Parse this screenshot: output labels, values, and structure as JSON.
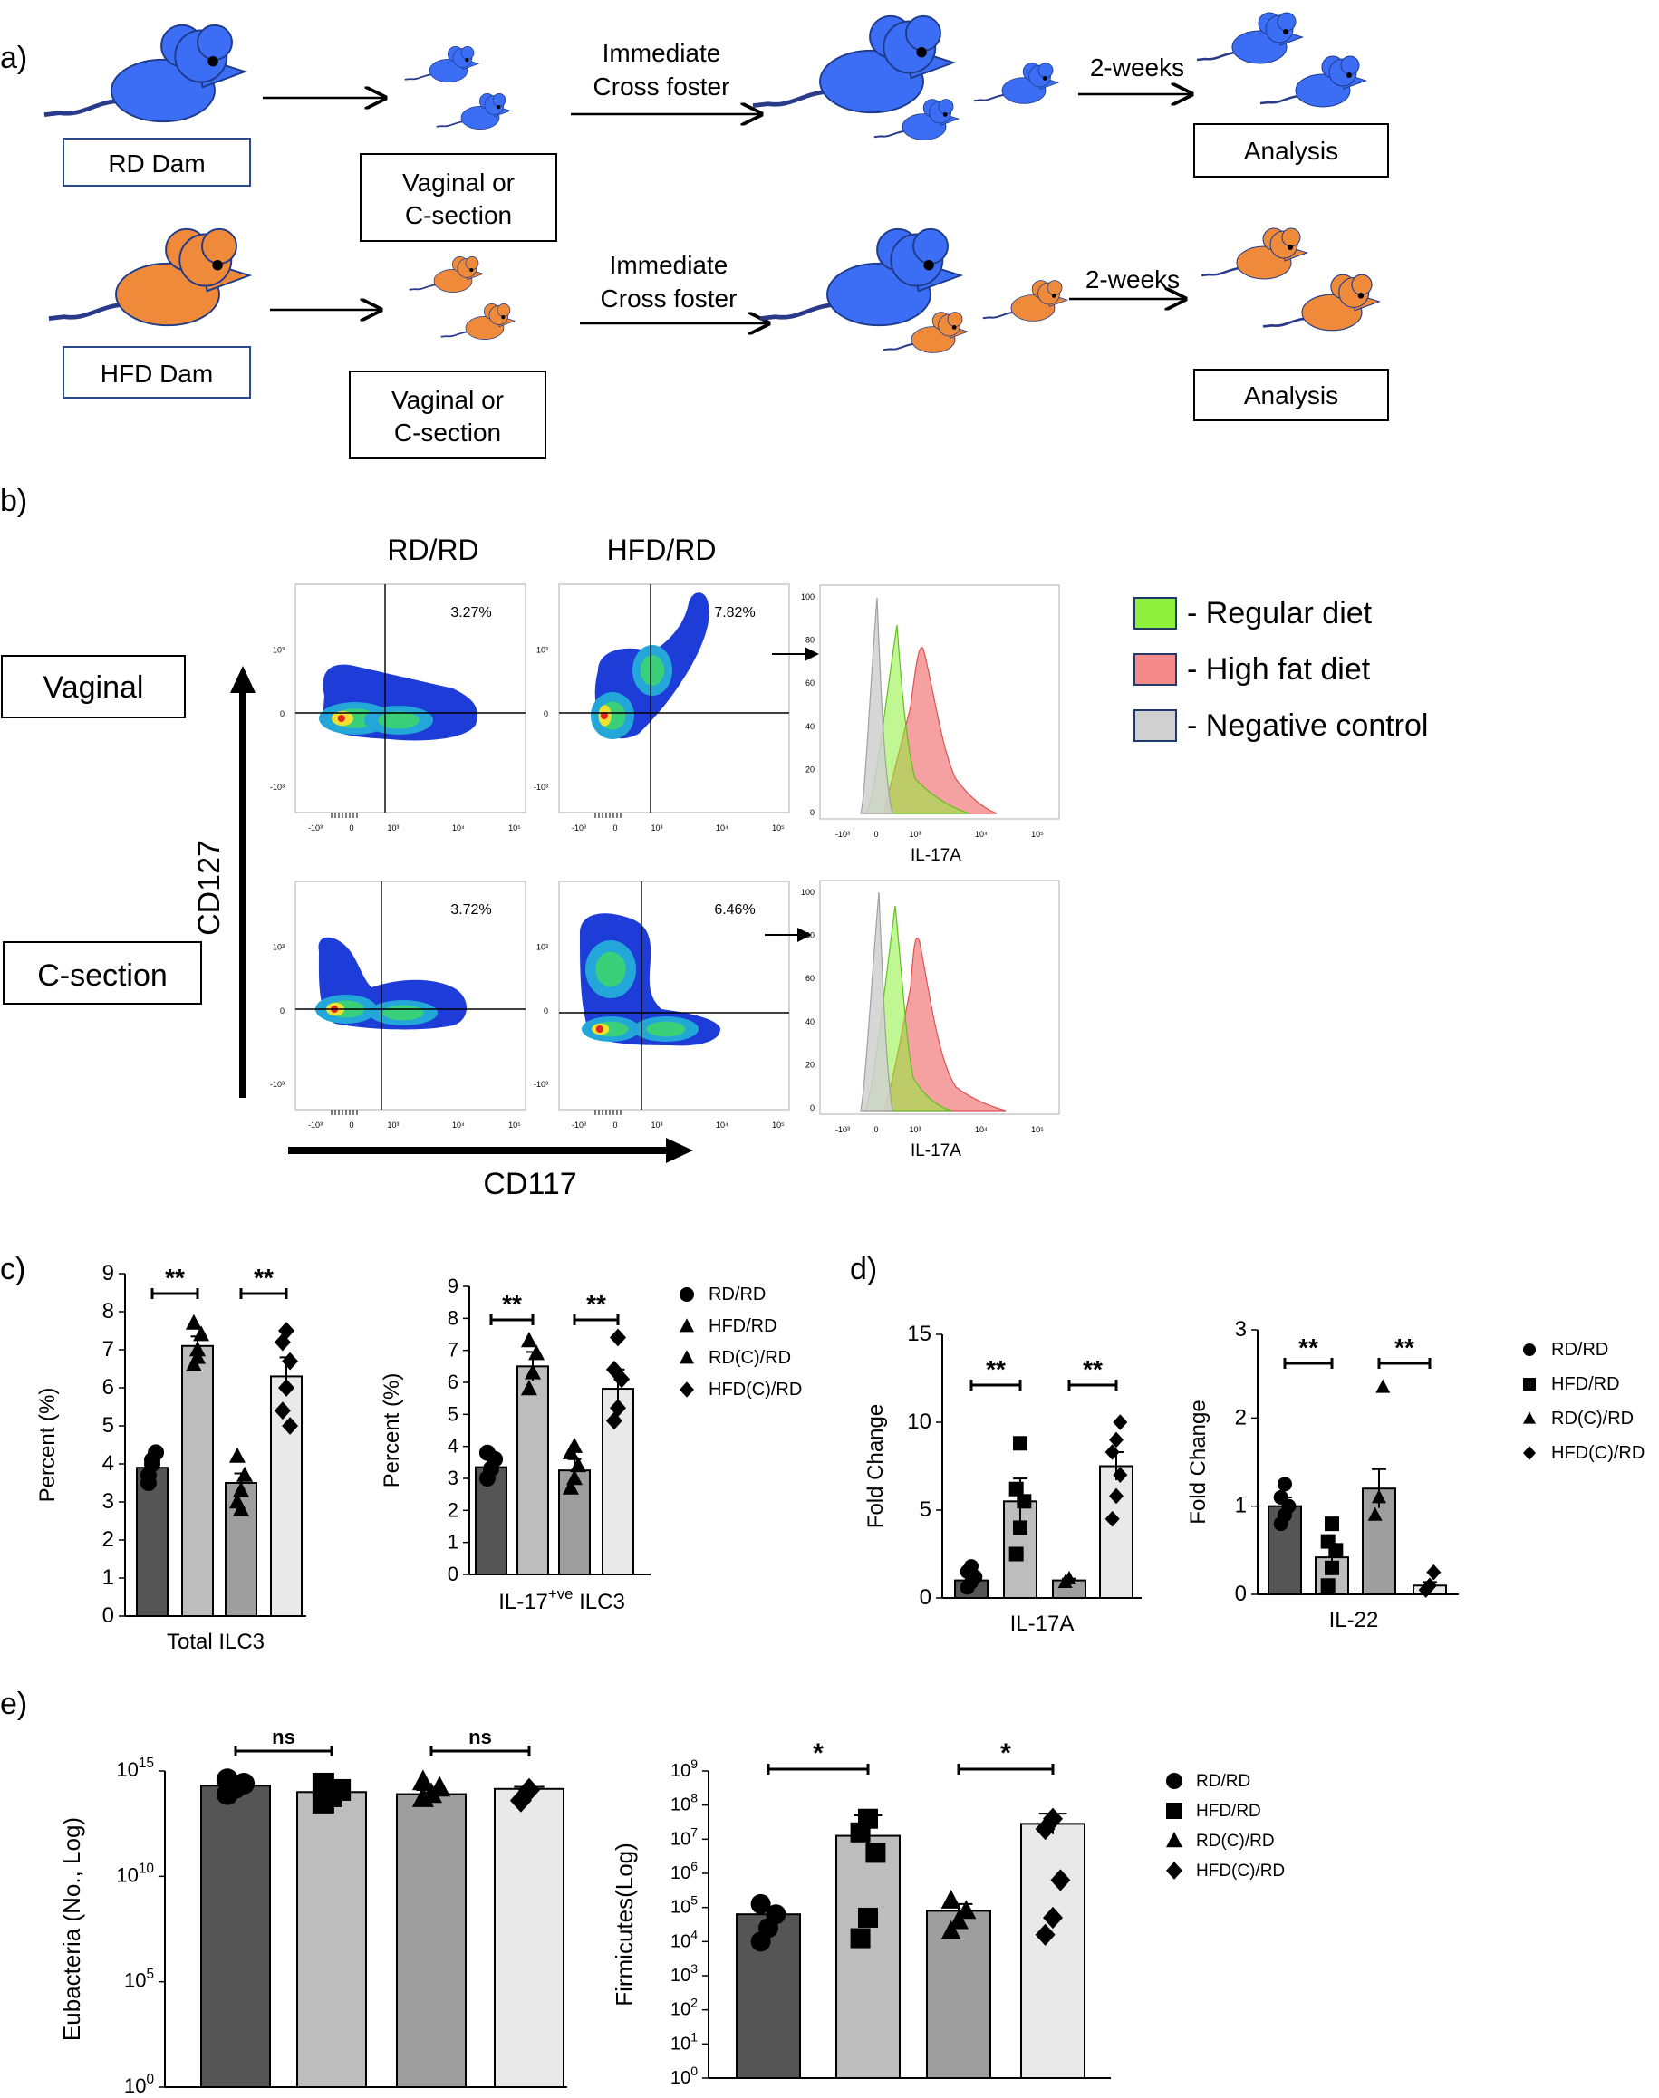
{
  "panels": {
    "a": "a)",
    "b": "b)",
    "c": "c)",
    "d": "d)",
    "e": "e)"
  },
  "colors": {
    "rd_mouse": "#3b6ef5",
    "hfd_mouse": "#ee8a3a",
    "mouse_tail": "#2a3a8a",
    "bar_rd_rd": "#555555",
    "bar_hfd_rd": "#bdbdbd",
    "bar_rdc_rd": "#9e9e9e",
    "bar_hfdc_rd": "#e9e9e9",
    "legend_regular": "#8ef03a",
    "legend_highfat": "#f48a8a",
    "legend_negative": "#d0d0d0"
  },
  "schematic": {
    "rd_dam": "RD Dam",
    "hfd_dam": "HFD Dam",
    "delivery_top": [
      "Vaginal or",
      "C-section"
    ],
    "delivery_bottom": [
      "Vaginal or",
      "C-section"
    ],
    "foster_top": [
      "Immediate",
      "Cross foster"
    ],
    "foster_bottom": [
      "Immediate",
      "Cross foster"
    ],
    "weeks_top": "2-weeks",
    "weeks_bottom": "2-weeks",
    "analysis_top": "Analysis",
    "analysis_bottom": "Analysis"
  },
  "flow": {
    "col_rd": "RD/RD",
    "col_hfd": "HFD/RD",
    "row_vaginal": "Vaginal",
    "row_csection": "C-section",
    "y_axis": "CD127",
    "x_axis": "CD117",
    "pct_vag_rd": "3.27%",
    "pct_vag_hfd": "7.82%",
    "pct_cs_rd": "3.72%",
    "pct_cs_hfd": "6.46%",
    "hist_xlabel_top": "IL-17A",
    "hist_xlabel_bottom": "IL-17A",
    "dot_y_ticks": [
      "10³",
      "0",
      "-10³"
    ],
    "dot_y_ticks_hfd_cs": [
      "10³",
      "0",
      "-10³"
    ],
    "dot_x_ticks": [
      "-10³",
      "0",
      "10³",
      "10⁴",
      "10⁵"
    ],
    "hist_y_ticks": [
      "100",
      "80",
      "60",
      "40",
      "20",
      "0"
    ],
    "hist_x_ticks": [
      "-10³",
      "0",
      "10³",
      "10⁴",
      "10⁵"
    ],
    "legend": [
      "- Regular diet",
      "- High fat diet",
      "- Negative control"
    ]
  },
  "chart_data": [
    {
      "id": "c_left",
      "type": "bar",
      "xlabel": "Total ILC3",
      "ylabel": "Percent (%)",
      "ylim": [
        0,
        9
      ],
      "yticks": [
        "0",
        "1",
        "2",
        "3",
        "4",
        "5",
        "6",
        "7",
        "8",
        "9"
      ],
      "groups": [
        "RD/RD",
        "HFD/RD",
        "RD(C)/RD",
        "HFD(C)/RD"
      ],
      "values": [
        3.9,
        7.1,
        3.5,
        6.3
      ],
      "errors": [
        0.25,
        0.25,
        0.25,
        0.5
      ],
      "points": [
        [
          3.5,
          4.0,
          4.3,
          3.7,
          4.1
        ],
        [
          6.6,
          7.0,
          7.4,
          7.7,
          6.8
        ],
        [
          3.0,
          3.3,
          3.7,
          4.2,
          2.8
        ],
        [
          5.4,
          6.0,
          6.7,
          7.2,
          7.5,
          5.0
        ]
      ],
      "markers": [
        "circle",
        "triangle",
        "triangle",
        "diamond"
      ],
      "sig": [
        {
          "pair": [
            0,
            1
          ],
          "label": "**"
        },
        {
          "pair": [
            2,
            3
          ],
          "label": "**"
        }
      ],
      "legend": [
        "RD/RD",
        "HFD/RD",
        "RD(C)/RD",
        "HFD(C)/RD"
      ],
      "legend_markers": [
        "circle",
        "triangle",
        "triangle",
        "diamond"
      ]
    },
    {
      "id": "c_right",
      "type": "bar",
      "xlabel": "IL-17",
      "xlabel_sup": "+ve",
      "xlabel_tail": " ILC3",
      "ylabel": "Percent (%)",
      "ylim": [
        0,
        9
      ],
      "yticks": [
        "0",
        "1",
        "2",
        "3",
        "4",
        "5",
        "6",
        "7",
        "8",
        "9"
      ],
      "groups": [
        "RD/RD",
        "HFD/RD",
        "RD(C)/RD",
        "HFD(C)/RD"
      ],
      "values": [
        3.35,
        6.5,
        3.25,
        5.8
      ],
      "errors": [
        0.25,
        0.45,
        0.35,
        0.6
      ],
      "points": [
        [
          3.0,
          3.3,
          3.6,
          3.8
        ],
        [
          5.8,
          6.3,
          6.9,
          7.3
        ],
        [
          2.7,
          3.0,
          3.4,
          3.8,
          4.0
        ],
        [
          4.8,
          5.2,
          6.1,
          6.4,
          7.4
        ]
      ],
      "markers": [
        "circle",
        "triangle",
        "triangle",
        "diamond"
      ],
      "sig": [
        {
          "pair": [
            0,
            1
          ],
          "label": "**"
        },
        {
          "pair": [
            2,
            3
          ],
          "label": "**"
        }
      ]
    },
    {
      "id": "d_left",
      "type": "bar",
      "xlabel": "IL-17A",
      "ylabel": "Fold Change",
      "ylim": [
        0,
        15
      ],
      "yticks": [
        "0",
        "5",
        "10",
        "15"
      ],
      "groups": [
        "RD/RD",
        "HFD/RD",
        "RD(C)/RD",
        "HFD(C)/RD"
      ],
      "values": [
        1.0,
        5.5,
        1.0,
        7.5
      ],
      "errors": [
        0.3,
        1.3,
        0.1,
        0.8
      ],
      "points": [
        [
          0.6,
          0.9,
          1.2,
          1.5,
          1.8
        ],
        [
          2.5,
          4.0,
          5.5,
          6.2,
          8.8
        ],
        [
          0.9,
          1.1
        ],
        [
          4.5,
          5.8,
          7.0,
          8.3,
          9.0,
          10.0
        ]
      ],
      "markers": [
        "circle",
        "square",
        "triangle",
        "diamond"
      ],
      "sig": [
        {
          "pair": [
            0,
            1
          ],
          "label": "**"
        },
        {
          "pair": [
            2,
            3
          ],
          "label": "**"
        }
      ],
      "legend": [
        "RD/RD",
        "HFD/RD",
        "RD(C)/RD",
        "HFD(C)/RD"
      ],
      "legend_markers": [
        "circle",
        "square",
        "triangle",
        "diamond"
      ]
    },
    {
      "id": "d_right",
      "type": "bar",
      "xlabel": "IL-22",
      "ylabel": "Fold Change",
      "ylim": [
        0,
        3
      ],
      "yticks": [
        "0",
        "1",
        "2",
        "3"
      ],
      "groups": [
        "RD/RD",
        "HFD/RD",
        "RD(C)/RD",
        "HFD(C)/RD"
      ],
      "values": [
        1.0,
        0.42,
        1.2,
        0.1
      ],
      "errors": [
        0.1,
        0.12,
        0.22,
        0.04
      ],
      "points": [
        [
          0.8,
          0.9,
          1.0,
          1.1,
          1.25
        ],
        [
          0.1,
          0.3,
          0.5,
          0.6,
          0.8
        ],
        [
          0.9,
          1.1,
          2.35
        ],
        [
          0.05,
          0.1,
          0.25
        ]
      ],
      "markers": [
        "circle",
        "square",
        "triangle",
        "diamond"
      ],
      "sig": [
        {
          "pair": [
            0,
            1
          ],
          "label": "**"
        },
        {
          "pair": [
            2,
            3
          ],
          "label": "**"
        }
      ]
    },
    {
      "id": "e_left",
      "type": "bar",
      "scale": "log",
      "ylabel": "Eubacteria (No., Log)",
      "ylim_exp": [
        0,
        15
      ],
      "yticks": [
        {
          "base": "10",
          "exp": "0",
          "e": 0
        },
        {
          "base": "10",
          "exp": "5",
          "e": 5
        },
        {
          "base": "10",
          "exp": "10",
          "e": 10
        },
        {
          "base": "10",
          "exp": "15",
          "e": 15
        }
      ],
      "groups": [
        "RD/RD",
        "HFD/RD",
        "RD(C)/RD",
        "HFD(C)/RD"
      ],
      "values_exp": [
        14.3,
        14.0,
        13.9,
        14.15
      ],
      "errors_exp": [
        0.2,
        0.25,
        0.2,
        0.1
      ],
      "points_exp": [
        [
          13.9,
          14.2,
          14.4,
          14.6
        ],
        [
          13.5,
          13.8,
          14.1,
          14.4
        ],
        [
          13.7,
          13.9,
          14.2,
          14.5
        ],
        [
          13.6,
          14.1
        ]
      ],
      "markers": [
        "circle",
        "square",
        "triangle",
        "diamond"
      ],
      "sig": [
        {
          "pair": [
            0,
            1
          ],
          "label": "ns"
        },
        {
          "pair": [
            2,
            3
          ],
          "label": "ns"
        }
      ]
    },
    {
      "id": "e_right",
      "type": "bar",
      "scale": "log",
      "ylabel": "Firmicutes(Log)",
      "ylim_exp": [
        0,
        9
      ],
      "yticks": [
        {
          "base": "10",
          "exp": "0",
          "e": 0
        },
        {
          "base": "10",
          "exp": "1",
          "e": 1
        },
        {
          "base": "10",
          "exp": "2",
          "e": 2
        },
        {
          "base": "10",
          "exp": "3",
          "e": 3
        },
        {
          "base": "10",
          "exp": "4",
          "e": 4
        },
        {
          "base": "10",
          "exp": "5",
          "e": 5
        },
        {
          "base": "10",
          "exp": "6",
          "e": 6
        },
        {
          "base": "10",
          "exp": "7",
          "e": 7
        },
        {
          "base": "10",
          "exp": "8",
          "e": 8
        },
        {
          "base": "10",
          "exp": "9",
          "e": 9
        }
      ],
      "groups": [
        "RD/RD",
        "HFD/RD",
        "RD(C)/RD",
        "HFD(C)/RD"
      ],
      "values_exp": [
        4.8,
        7.1,
        4.9,
        7.45
      ],
      "errors_exp": [
        0.15,
        0.6,
        0.2,
        0.3
      ],
      "points_exp": [
        [
          4.0,
          4.4,
          4.8,
          5.1
        ],
        [
          4.1,
          4.7,
          6.6,
          7.2,
          7.6
        ],
        [
          4.3,
          4.6,
          4.9,
          5.2
        ],
        [
          4.2,
          4.7,
          5.8,
          7.3,
          7.6
        ]
      ],
      "markers": [
        "circle",
        "square",
        "triangle",
        "diamond"
      ],
      "sig": [
        {
          "pair": [
            0,
            1
          ],
          "label": "*"
        },
        {
          "pair": [
            2,
            3
          ],
          "label": "*"
        }
      ],
      "legend": [
        "RD/RD",
        "HFD/RD",
        "RD(C)/RD",
        "HFD(C)/RD"
      ],
      "legend_markers": [
        "circle",
        "square",
        "triangle",
        "diamond"
      ]
    }
  ]
}
